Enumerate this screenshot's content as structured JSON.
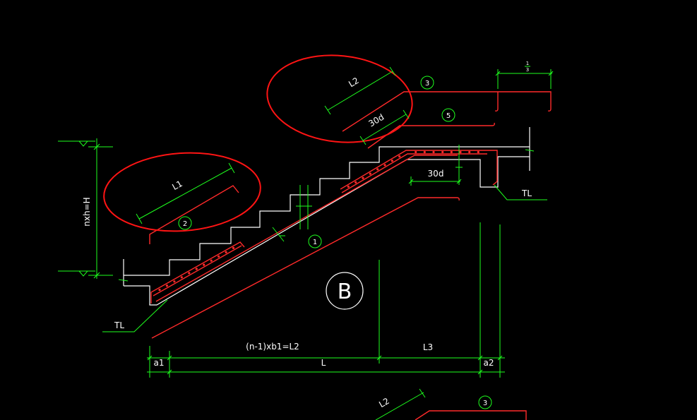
{
  "drawing": {
    "colors": {
      "background": "#000000",
      "outline": "#ffffff",
      "rebar": "#ff2a2a",
      "dimension": "#1eff1e",
      "highlight": "#ff1414"
    },
    "top_detail": {
      "length_label": "L2",
      "anchorage_label": "30d",
      "bar_mark": "3"
    },
    "top_dimension": {
      "numerator": "1",
      "denominator": "3"
    },
    "landing_bar": {
      "bar_mark": "5"
    },
    "left_detail": {
      "length_label": "L1",
      "bar_mark": "2"
    },
    "height_dimension": {
      "label": "nxh=H"
    },
    "bottom_bar": {
      "bar_mark": "1",
      "anchorage_label": "30d"
    },
    "beams": {
      "upper_label": "TL",
      "lower_label": "TL"
    },
    "section_mark": {
      "label": "B"
    },
    "span_dimensions": {
      "steps_label": "(n-1)xb1=L2",
      "upper_landing_label": "L3",
      "left_bearing_label": "a1",
      "total_label": "L",
      "right_bearing_label": "a2"
    },
    "partial_detail": {
      "length_label": "L2",
      "bar_mark": "3"
    }
  }
}
